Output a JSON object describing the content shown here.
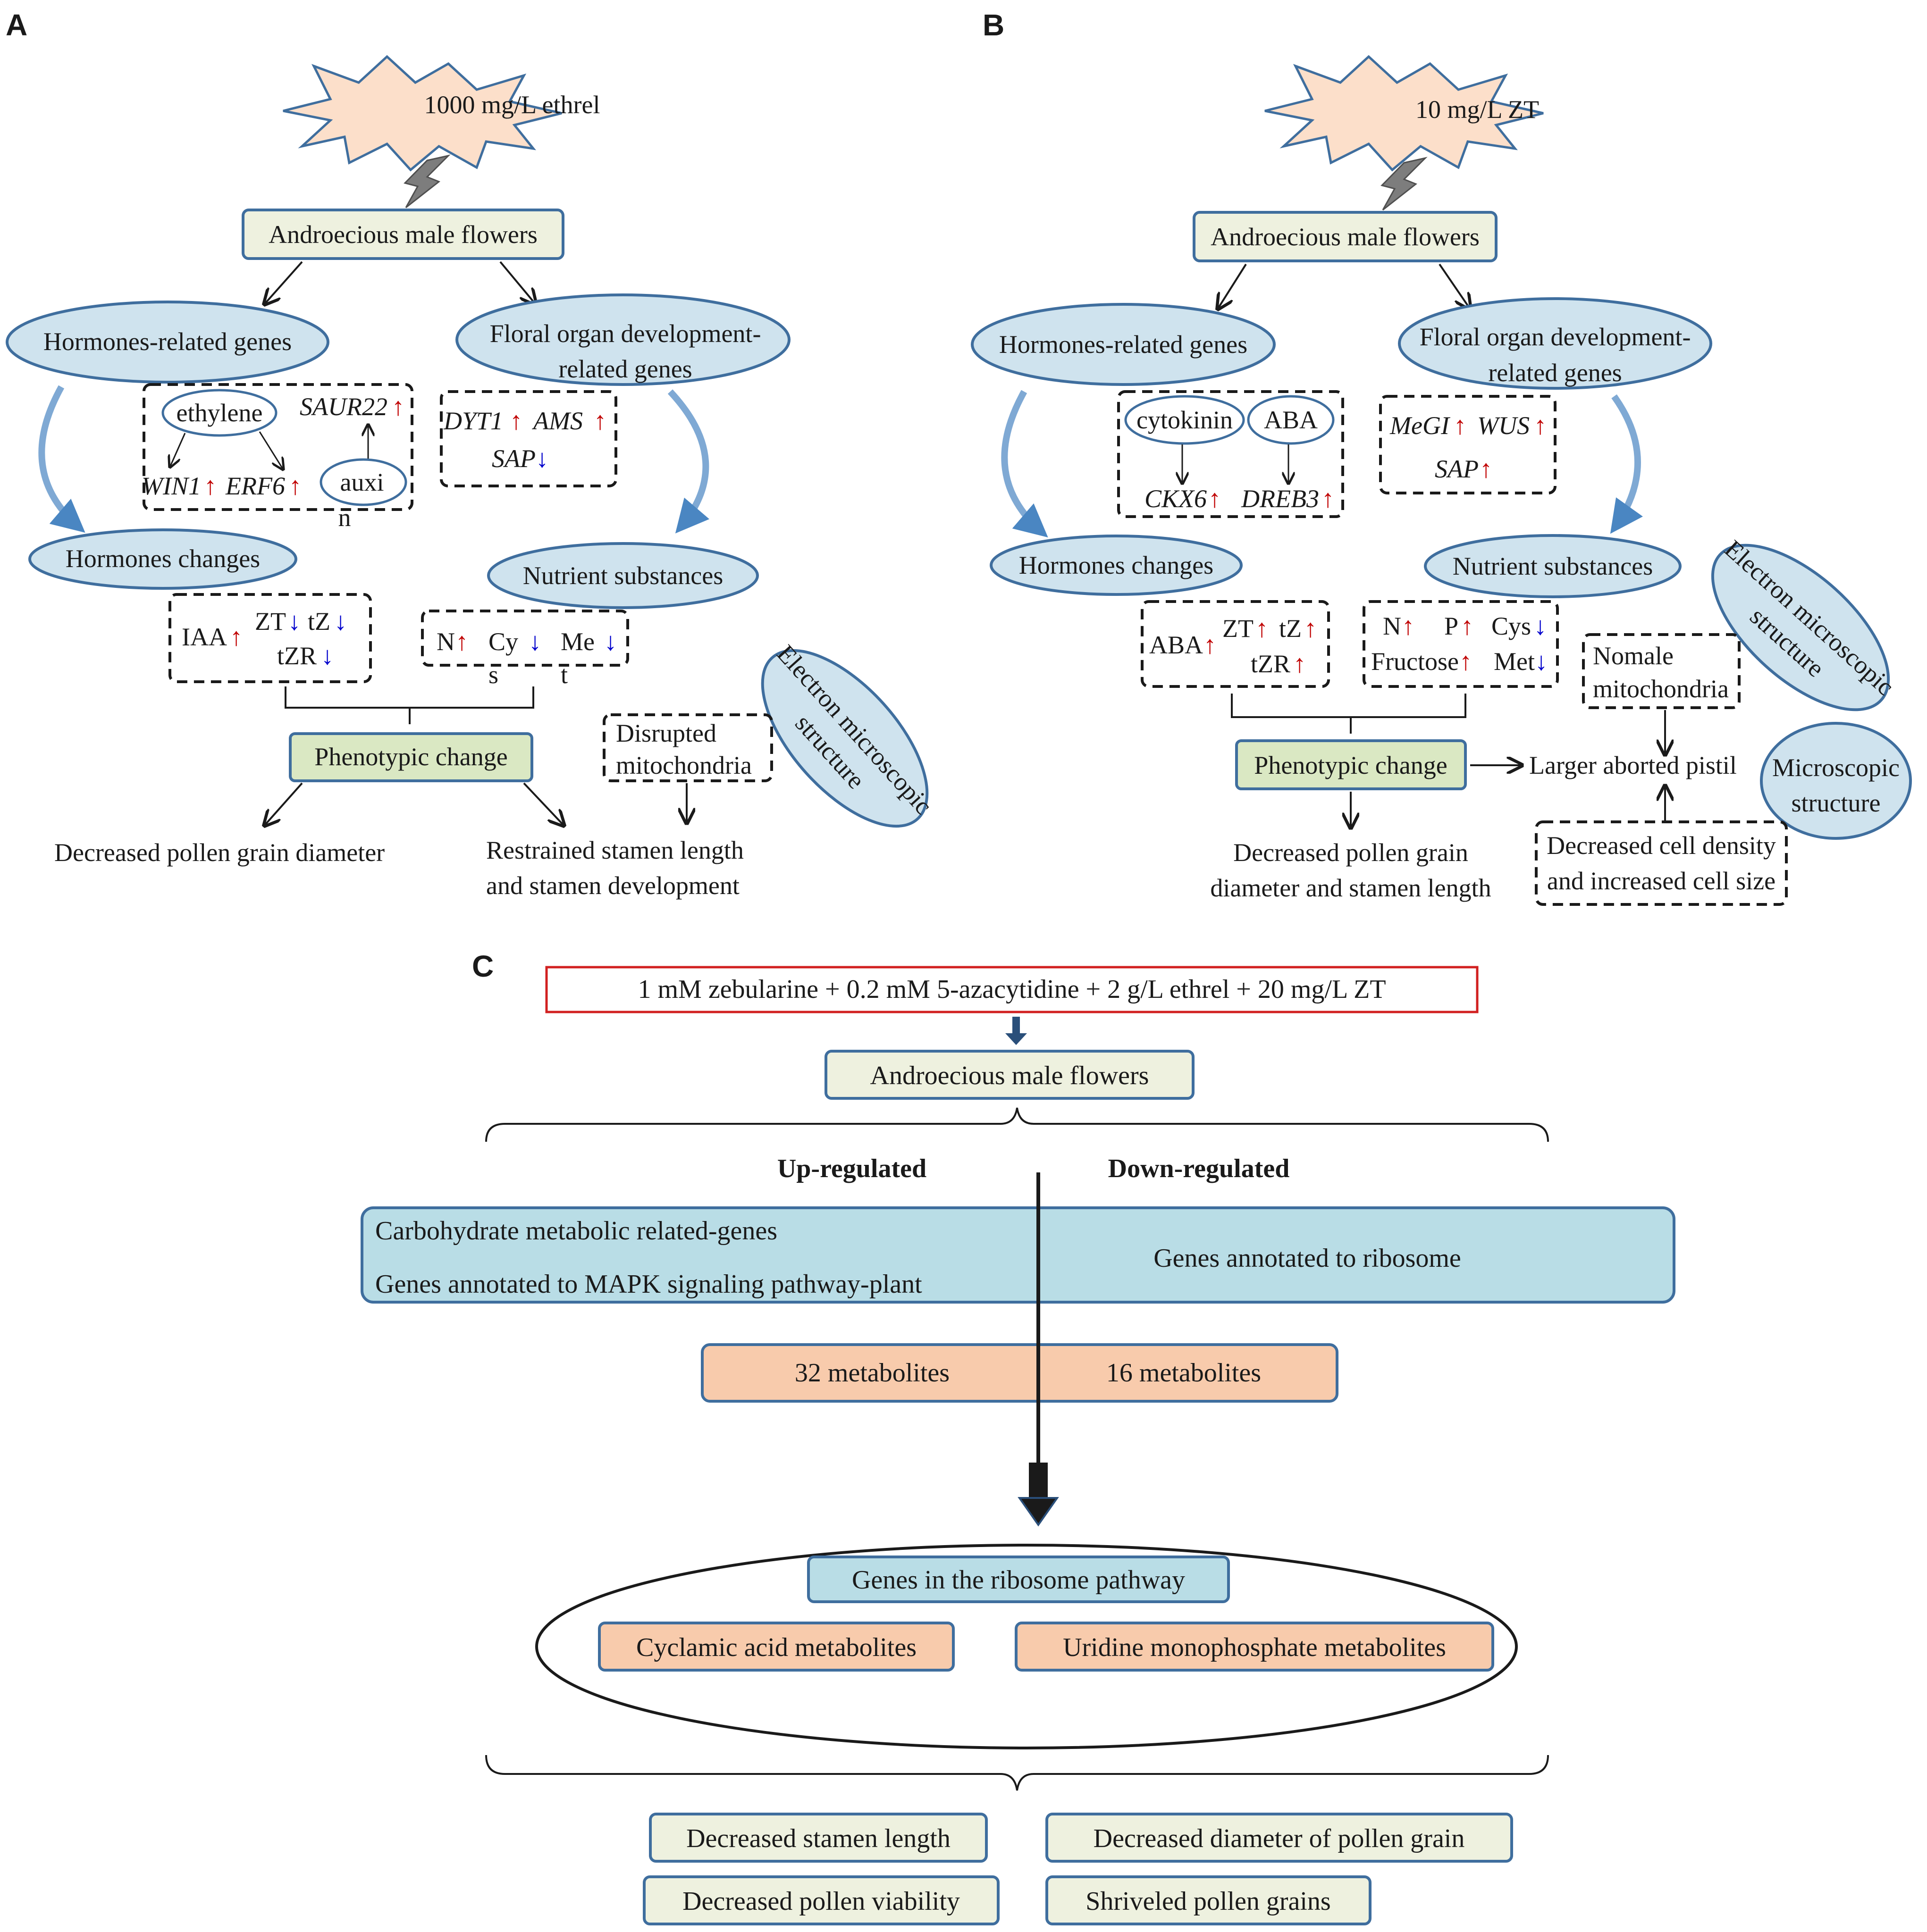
{
  "colors": {
    "ellipse_fill": "#cfe3ee",
    "ellipse_stroke": "#3f6e9e",
    "pale_box": "#eef1df",
    "green_box": "#dae8c3",
    "blue_box": "#b9dde6",
    "orange_box": "#f8cbac",
    "burst": "#fcdfca",
    "up_arrow": "#c00000",
    "down_arrow": "#0000cc",
    "red_outline": "#d12020"
  },
  "panelA": {
    "label": "A",
    "stimulus": "1000 mg/L ethrel",
    "flowers": "Androecious male flowers",
    "hormone_genes": "Hormones-related genes",
    "floral_genes_line1": "Floral organ development-",
    "floral_genes_line2": "related genes",
    "ethylene": "ethylene",
    "saur22": "SAUR22",
    "win1": "WIN1",
    "erf6": "ERF6",
    "auxin_part1": "auxi",
    "auxin_part2": "n",
    "dyt1": "DYT1",
    "ams": "AMS",
    "sap": "SAP",
    "hormone_changes": "Hormones changes",
    "nutrient": "Nutrient substances",
    "iaa": "IAA",
    "zt": "ZT",
    "tz": "tZ",
    "tzr": "tZR",
    "n": "N",
    "cys_part1": "Cy",
    "cys_part2": "s",
    "met_part1": "Me",
    "met_part2": "t",
    "em_line1": "Electron microscopic",
    "em_line2": "structure",
    "mito_line1": "Disrupted",
    "mito_line2": "mitochondria",
    "phenotype": "Phenotypic change",
    "result1": "Decreased pollen  grain diameter",
    "result2_line1": "Restrained stamen length",
    "result2_line2": "and stamen development"
  },
  "panelB": {
    "label": "B",
    "stimulus": "10 mg/L ZT",
    "flowers": "Androecious male flowers",
    "hormone_genes": "Hormones-related genes",
    "floral_genes_line1": "Floral organ development-",
    "floral_genes_line2": "related genes",
    "cytokinin": "cytokinin",
    "aba": "ABA",
    "ckx6": "CKX6",
    "dreb3": "DREB3",
    "megi": "MeGI",
    "wus": "WUS",
    "sap": "SAP",
    "hormone_changes": "Hormones changes",
    "nutrient": "Nutrient substances",
    "aba2": "ABA",
    "zt": "ZT",
    "tz": "tZ",
    "tzr": "tZR",
    "n": "N",
    "p": "P",
    "cys": "Cys",
    "fructose": "Fructose",
    "met": "Met",
    "em_line1": "Electron microscopic",
    "em_line2": "structure",
    "mito_line1": "Nomale",
    "mito_line2": "mitochondria",
    "phenotype": "Phenotypic change",
    "pistil": "Larger aborted pistil",
    "micro_line1": "Microscopic",
    "micro_line2": "structure",
    "cell_line1": "Decreased cell density",
    "cell_line2": "and increased cell size",
    "result_line1": "Decreased pollen grain",
    "result_line2": "diameter and stamen length"
  },
  "panelC": {
    "label": "C",
    "treatment": "1 mM zebularine + 0.2 mM 5-azacytidine + 2 g/L ethrel + 20 mg/L ZT",
    "flowers": "Androecious male flowers",
    "up_header": "Up-regulated",
    "down_header": "Down-regulated",
    "up_genes_1": "Carbohydrate metabolic related-genes",
    "up_genes_2": "Genes annotated to MAPK signaling pathway-plant",
    "down_genes": "Genes annotated to ribosome",
    "up_metabolites": "32 metabolites",
    "down_metabolites": "16 metabolites",
    "ribosome": "Genes in the ribosome pathway",
    "cyclamic": "Cyclamic acid metabolites",
    "uridine": "Uridine monophosphate metabolites",
    "outcomes": [
      "Decreased stamen length",
      "Decreased diameter of pollen grain",
      "Decreased pollen viability",
      "Shriveled pollen grains"
    ]
  }
}
